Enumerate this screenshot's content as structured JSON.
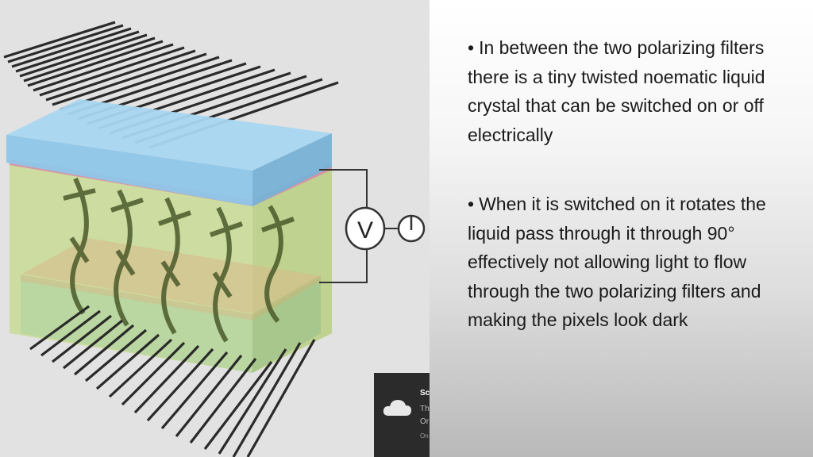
{
  "diagram": {
    "voltmeter_label": "V",
    "colors": {
      "background": "#e2e2e2",
      "glass": "#8fc6e8",
      "crystal_layer": "#c6d98a",
      "polarizer": "#2a2a2a",
      "electrode": "#d88aa8",
      "molecules": "#4a5a2a"
    }
  },
  "text": {
    "bullet_symbol": "•",
    "bullet_1": "In between the two polarizing filters there is a tiny twisted noematic liquid crystal that can be switched on or off electrically",
    "bullet_2": "When it is switched on it rotates the liquid pass through it through 90° effectively not allowing light to flow through the two polarizing filters and making the pixels look dark"
  },
  "notification": {
    "icon": "cloud-icon",
    "title": "Sc",
    "line_1": "Th",
    "line_2": "Or",
    "line_3": "On"
  }
}
